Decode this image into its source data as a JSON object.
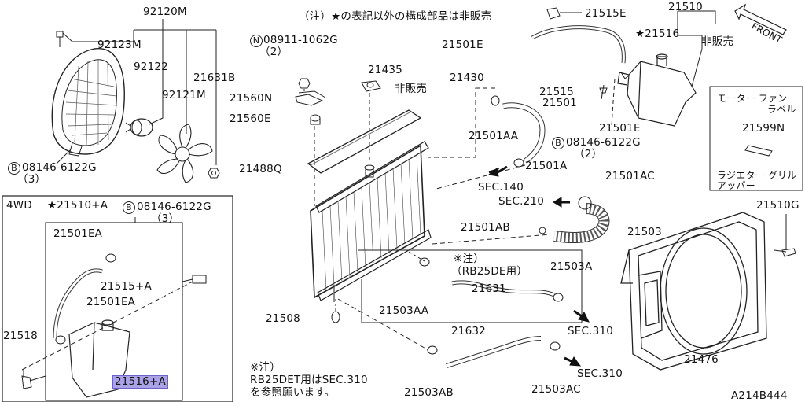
{
  "notes": {
    "top": "（注）★の表記以外の構成部品は非販売",
    "note_mark": "※注）",
    "rb25de_note": "（RB25DE用）",
    "bottom_line1": "※注）",
    "bottom_line2": "RB25DET用はSEC.310",
    "bottom_line3": "を参照願います。",
    "not_sold": "非販売",
    "not_sold_2": "非販売",
    "front": "FRONT",
    "diagram_code": "A214B444"
  },
  "labels": {
    "p92120M": "92120M",
    "p92123M": "92123M",
    "p92122": "92122",
    "p21631B": "21631B",
    "p92121M": "92121M",
    "bolt1": "08146-6122G",
    "bolt1_qty": "（3）",
    "bolt1_circle": "B",
    "nut": "08911-1062G",
    "nut_qty": "（2）",
    "nut_circle": "N",
    "p21560N": "21560N",
    "p21560E": "21560E",
    "p21488Q": "21488Q",
    "p21435": "21435",
    "p21430": "21430",
    "p21515E": "21515E",
    "p21501E_top": "21501E",
    "p21515": "21515",
    "p21510": "21510",
    "p21516": "★21516",
    "p21501": "21501",
    "p21501E_mid": "21501E",
    "p21501AA": "21501AA",
    "bolt2": "08146-6122G",
    "bolt2_qty": "（2）",
    "bolt2_circle": "B",
    "p21501A": "21501A",
    "sec140": "SEC.140",
    "p21501AC": "21501AC",
    "sec210": "SEC.210",
    "p21501AB": "21501AB",
    "p21503": "21503",
    "p21503A": "21503A",
    "p21631": "21631",
    "p21503AA": "21503AA",
    "p21508": "21508",
    "sec310a": "SEC.310",
    "p21632": "21632",
    "sec310b": "SEC.310",
    "p21503AB": "21503AB",
    "p21503AC": "21503AC",
    "p21510G": "21510G",
    "p21476": "21476"
  },
  "label_box": {
    "line1": "モーター ファン",
    "line2": "ラベル",
    "part": "21599N",
    "line3": "ラジエター グリル",
    "line4": "アッパー"
  },
  "inset_4wd": {
    "title": "4WD",
    "part_main": "★21510+A",
    "bolt": "08146-6122G",
    "bolt_qty": "（3）",
    "bolt_circle": "B",
    "p21501EA_1": "21501EA",
    "p21515A": "21515+A",
    "p21501EA_2": "21501EA",
    "p21518": "21518",
    "p21516A": "21516+A"
  }
}
